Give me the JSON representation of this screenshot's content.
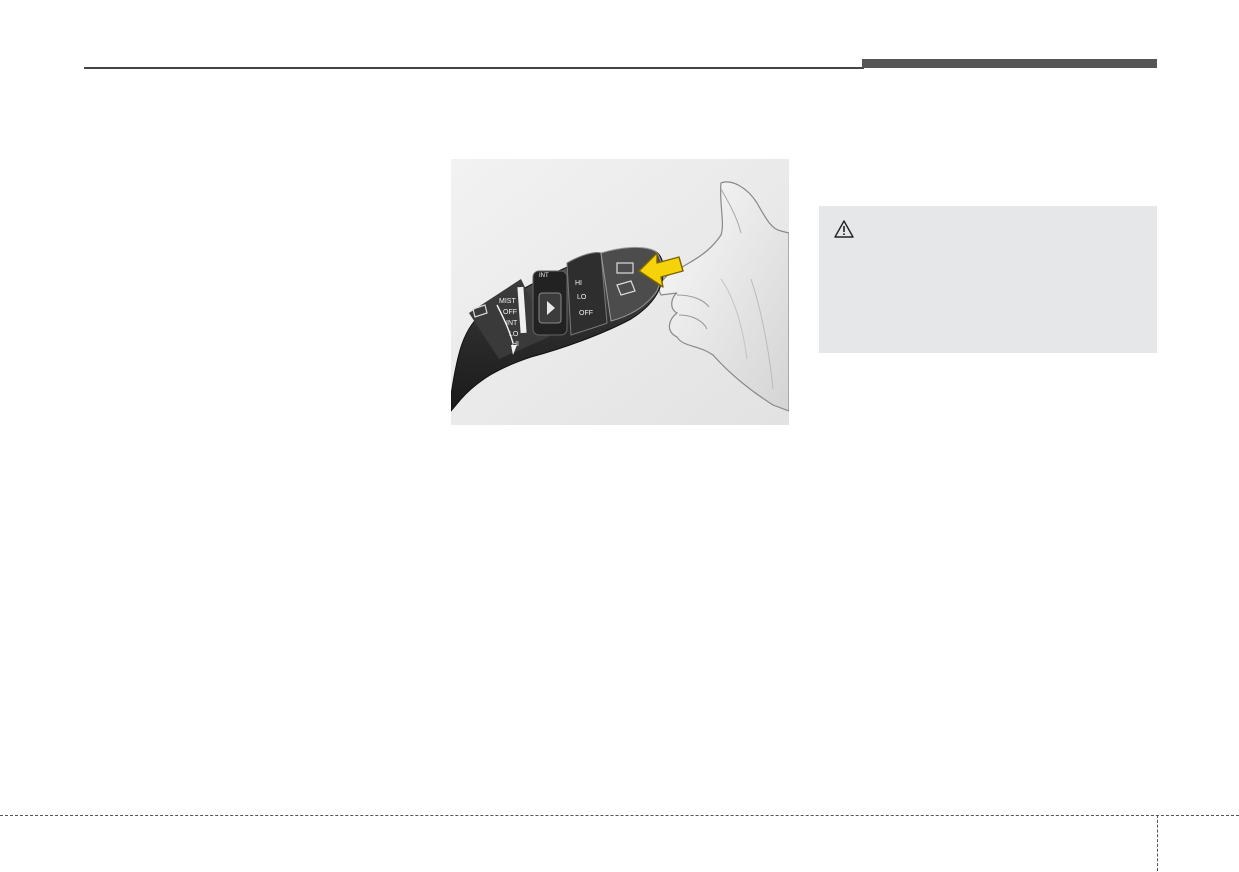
{
  "figure": {
    "icon": "wiper-washer-stalk-illustration",
    "ring_labels": [
      "MIST",
      "OFF",
      "INT",
      "LO",
      "HI"
    ],
    "dial_label": "INT",
    "rear_labels": [
      "HI",
      "LO",
      "OFF"
    ],
    "arrow_color": "#f5d20a"
  },
  "warning": {
    "icon": "warning-triangle-icon"
  },
  "colors": {
    "rule": "#444444",
    "accent_bar": "#555555",
    "warning_bg": "#e6e7e8"
  }
}
